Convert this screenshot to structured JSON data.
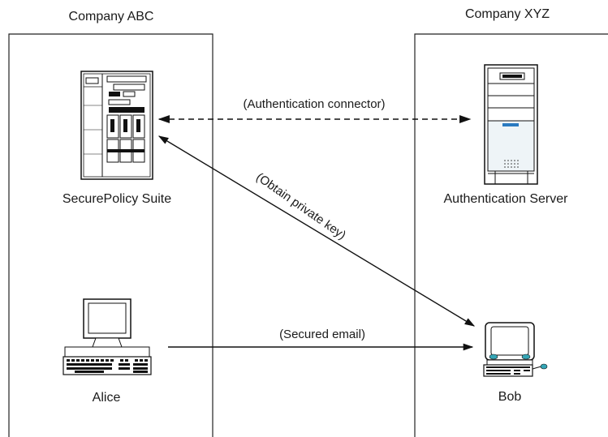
{
  "zones": {
    "left": {
      "title": "Company ABC"
    },
    "right": {
      "title": "Company XYZ"
    }
  },
  "nodes": {
    "securepolicy": {
      "label": "SecurePolicy Suite",
      "icon": "server-tower-icon"
    },
    "auth_server": {
      "label": "Authentication Server",
      "icon": "server-tower-icon"
    },
    "alice": {
      "label": "Alice",
      "icon": "desktop-computer-icon"
    },
    "bob": {
      "label": "Bob",
      "icon": "desktop-computer-icon"
    }
  },
  "edges": {
    "auth_connector": {
      "label": "(Authentication connector)",
      "style": "dashed",
      "direction": "both"
    },
    "obtain_key": {
      "label": "(Obtain private key)",
      "style": "solid",
      "direction": "both"
    },
    "secured_email": {
      "label": "(Secured email)",
      "style": "solid",
      "direction": "to-bob"
    }
  }
}
